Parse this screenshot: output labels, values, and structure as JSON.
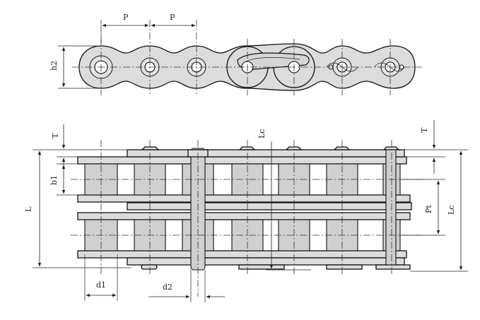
{
  "labels": {
    "pitch_left": "P",
    "pitch_right": "P",
    "plate_height": "h2",
    "thickness_left": "T",
    "thickness_right": "T",
    "inner_width": "b1",
    "overall_length": "L",
    "lc_center": "Lc",
    "lc_right": "Lc",
    "transverse_pitch": "Pt",
    "roller_diameter": "d1",
    "pin_diameter": "d2"
  }
}
